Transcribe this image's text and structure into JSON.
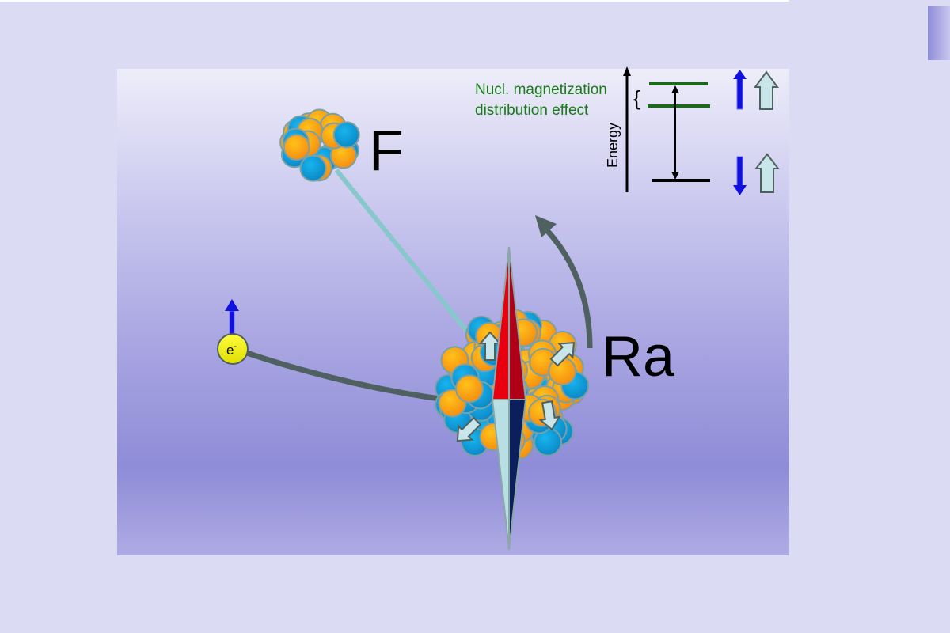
{
  "labels": {
    "fluorine": "F",
    "radium": "Ra",
    "electron": "e",
    "electron_sup": "-",
    "energy_axis": "Energy",
    "effect_line1": "Nucl. magnetization",
    "effect_line2": "distribution effect"
  },
  "colors": {
    "proton": "#f5a00f",
    "neutron": "#1a9ed8",
    "effect_text": "#1a7a1a",
    "compass_north": "#e8000e",
    "compass_south": "#0b1f5c",
    "electron": "#f5f500",
    "spin_arrow": "#1010e0"
  }
}
